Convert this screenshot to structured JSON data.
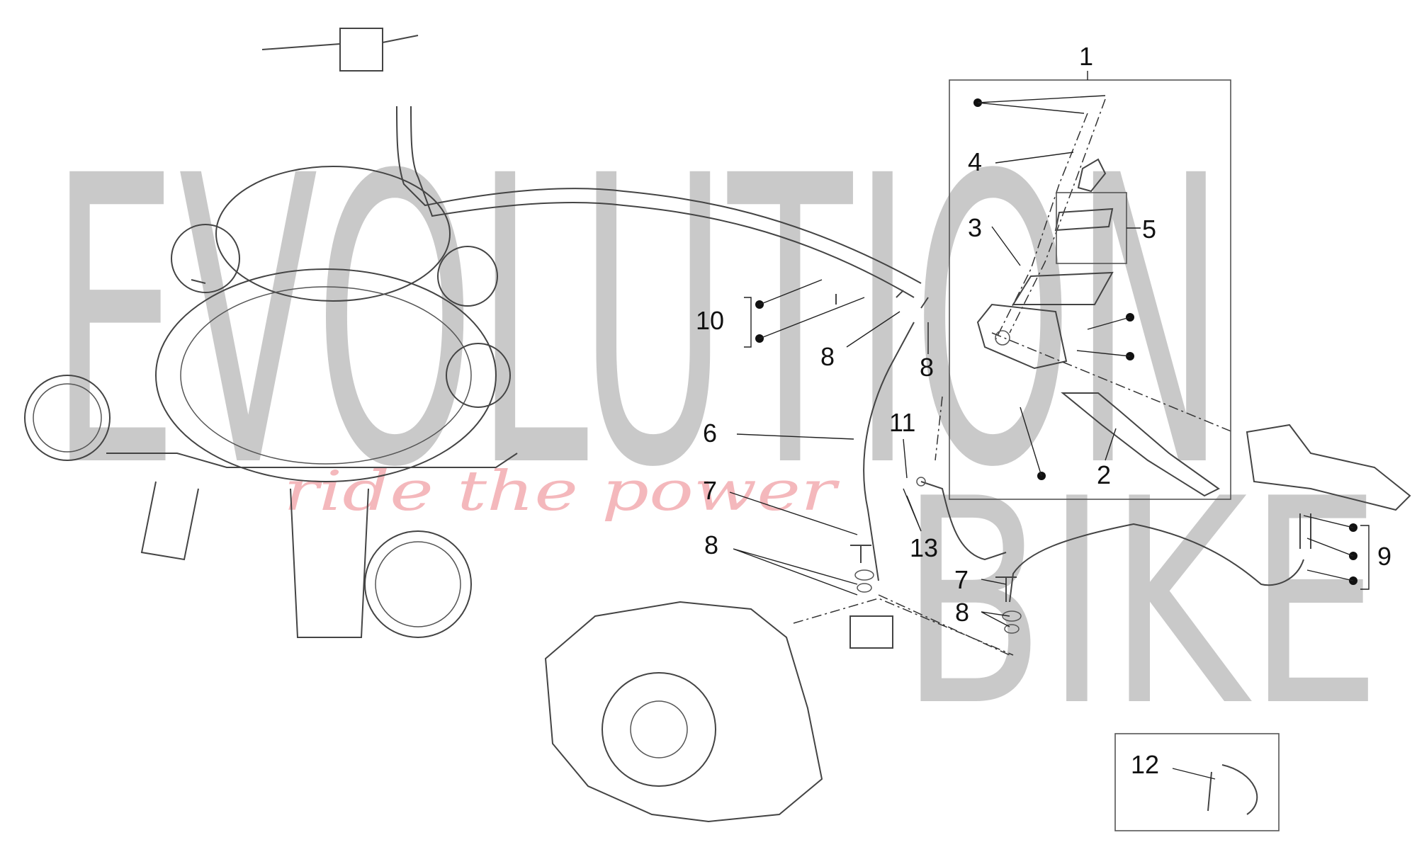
{
  "watermark": {
    "brand_line1": "EVOLUTION",
    "brand_line2": "BIKE",
    "slogan": "ride the power"
  },
  "callouts": [
    {
      "id": "c1",
      "label": "1"
    },
    {
      "id": "c2",
      "label": "2"
    },
    {
      "id": "c3",
      "label": "3"
    },
    {
      "id": "c4",
      "label": "4"
    },
    {
      "id": "c5",
      "label": "5"
    },
    {
      "id": "c6",
      "label": "6"
    },
    {
      "id": "c7a",
      "label": "7"
    },
    {
      "id": "c7b",
      "label": "7"
    },
    {
      "id": "c8a",
      "label": "8"
    },
    {
      "id": "c8b",
      "label": "8"
    },
    {
      "id": "c8c",
      "label": "8"
    },
    {
      "id": "c8d",
      "label": "8"
    },
    {
      "id": "c9",
      "label": "9"
    },
    {
      "id": "c10",
      "label": "10"
    },
    {
      "id": "c11",
      "label": "11"
    },
    {
      "id": "c12",
      "label": "12"
    },
    {
      "id": "c13",
      "label": "13"
    }
  ],
  "colors": {
    "watermark": "#c9c9c9",
    "slogan": "#f4b8bc",
    "line": "#444444"
  }
}
